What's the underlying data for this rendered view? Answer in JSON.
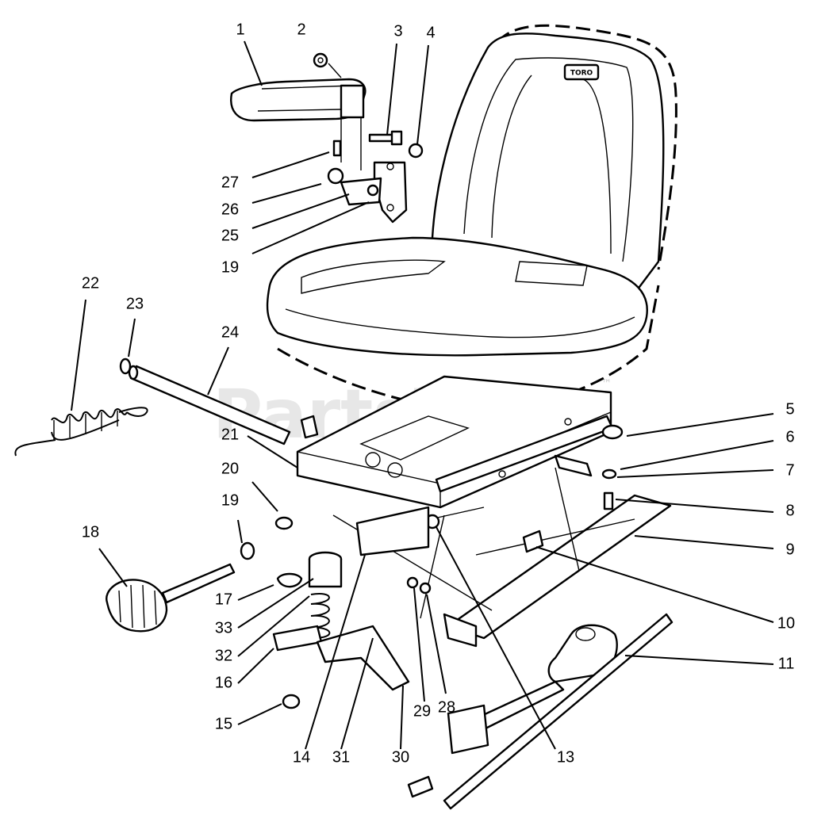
{
  "watermark": {
    "text": "PartsTree",
    "trademark": "™"
  },
  "seat_label": "TORO",
  "callouts": {
    "c1": "1",
    "c2": "2",
    "c3": "3",
    "c4": "4",
    "c5": "5",
    "c6": "6",
    "c7": "7",
    "c8": "8",
    "c9": "9",
    "c10": "10",
    "c11": "11",
    "c13": "13",
    "c14": "14",
    "c15": "15",
    "c16": "16",
    "c17": "17",
    "c18": "18",
    "c19a": "19",
    "c19b": "19",
    "c20": "20",
    "c21": "21",
    "c22": "22",
    "c23": "23",
    "c24": "24",
    "c25": "25",
    "c26": "26",
    "c27": "27",
    "c28": "28",
    "c29": "29",
    "c30": "30",
    "c31": "31",
    "c32": "32",
    "c33": "33"
  }
}
